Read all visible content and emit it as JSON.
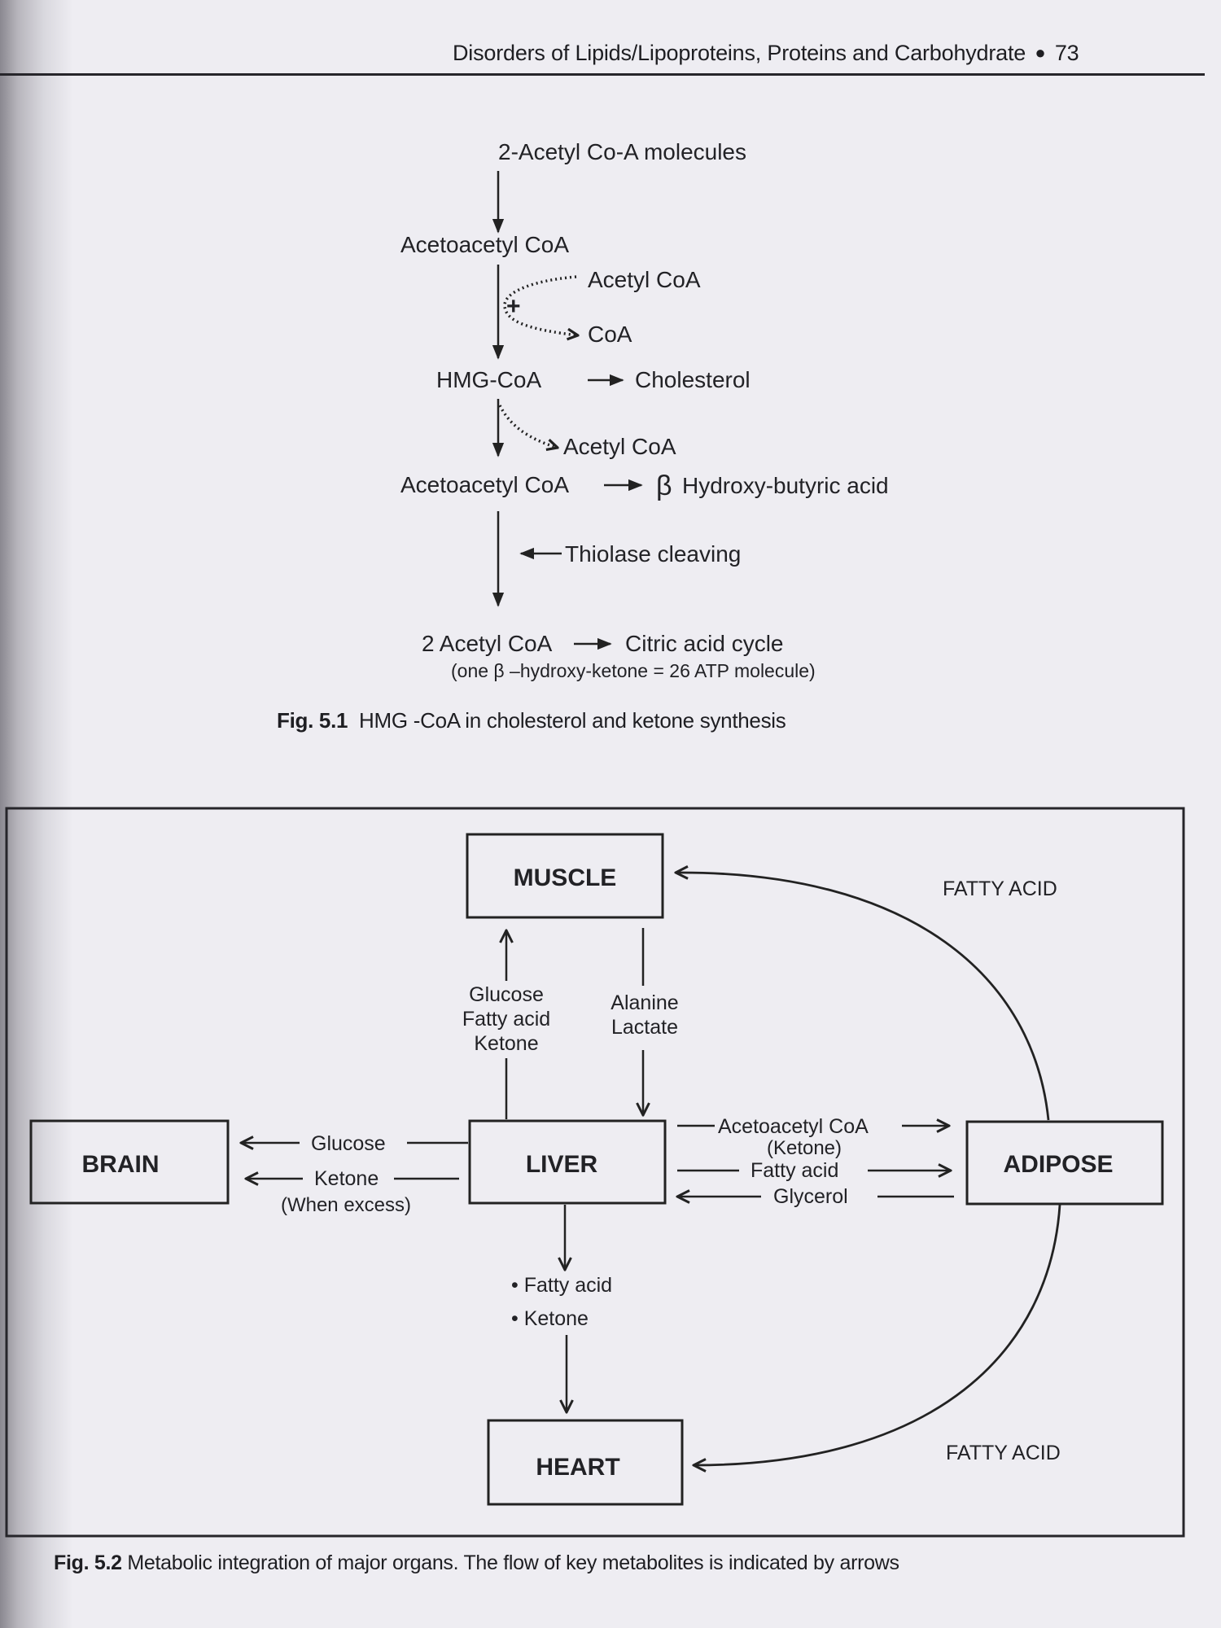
{
  "header": {
    "running_title": "Disorders of Lipids/Lipoproteins, Proteins and Carbohydrate",
    "page_number": "73"
  },
  "figure_5_1": {
    "steps": {
      "start": "2-Acetyl Co-A molecules",
      "acetoacetyl_1": "Acetoacetyl CoA",
      "side_in": "Acetyl CoA",
      "side_plus": "+",
      "side_out": "CoA",
      "hmg": "HMG-CoA",
      "cholesterol": "Cholesterol",
      "released_acetyl": "Acetyl CoA",
      "acetoacetyl_2": "Acetoacetyl CoA",
      "beta_symbol": "β",
      "hydroxybutyric": "Hydroxy-butyric acid",
      "thiolase": "Thiolase cleaving",
      "final": "2 Acetyl CoA",
      "citric": "Citric acid cycle",
      "note": "(one β –hydroxy-ketone = 26 ATP molecule)"
    },
    "caption_label": "Fig. 5.1",
    "caption_text": "HMG -CoA in cholesterol and ketone synthesis"
  },
  "figure_5_2": {
    "organs": {
      "muscle": "MUSCLE",
      "brain": "BRAIN",
      "liver": "LIVER",
      "adipose": "ADIPOSE",
      "heart": "HEART"
    },
    "flows": {
      "liver_to_muscle": [
        "Glucose",
        "Fatty acid",
        "Ketone"
      ],
      "muscle_to_liver": [
        "Alanine",
        "Lactate"
      ],
      "liver_to_brain_glucose": "Glucose",
      "liver_to_brain_ketone": "Ketone",
      "liver_to_brain_note": "(When excess)",
      "liver_to_adipose_acetoacetyl": "Acetoacetyl CoA",
      "liver_to_adipose_note": "(Ketone)",
      "liver_to_adipose_fatty": "Fatty acid",
      "adipose_to_liver_glycerol": "Glycerol",
      "liver_to_heart": [
        "• Fatty acid",
        "• Ketone"
      ],
      "adipose_to_muscle": "FATTY ACID",
      "adipose_to_heart": "FATTY ACID"
    },
    "caption_label": "Fig. 5.2",
    "caption_text": "Metabolic integration of major organs. The flow of key metabolites is indicated by arrows"
  }
}
